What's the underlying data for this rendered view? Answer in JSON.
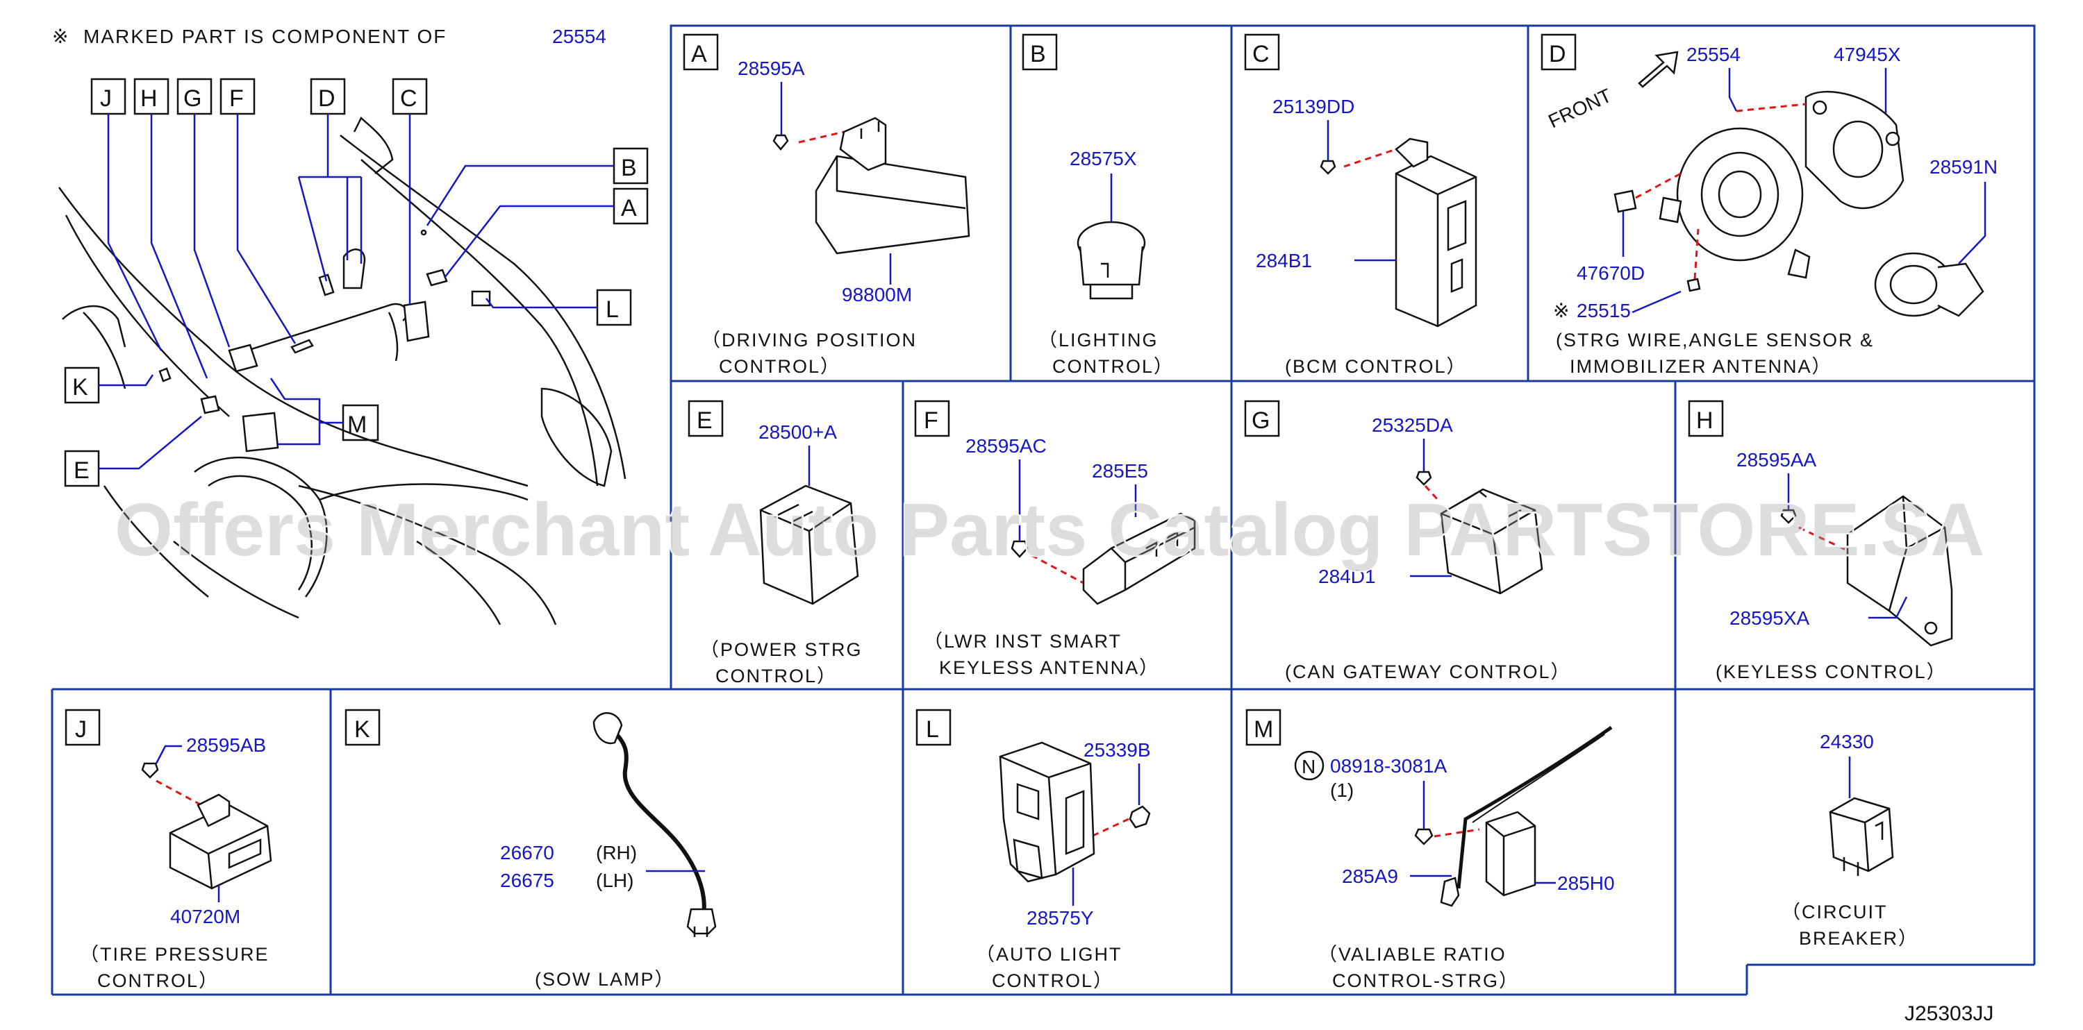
{
  "header": {
    "symbol": "※",
    "note": "MARKED  PART  IS  COMPONENT  OF",
    "note_part": "25554"
  },
  "overview": {
    "callouts": [
      "J",
      "H",
      "G",
      "F",
      "D",
      "C",
      "B",
      "A",
      "L",
      "K",
      "M",
      "E"
    ]
  },
  "watermark": "Offers Merchant Auto Parts Catalog PARTSTORE.SA",
  "drawing_code": "J25303JJ",
  "panels": {
    "A": {
      "letter": "A",
      "parts": [
        "28595A",
        "98800M"
      ],
      "caption": [
        "（DRIVING   POSITION",
        "CONTROL）"
      ]
    },
    "B": {
      "letter": "B",
      "parts": [
        "28575X"
      ],
      "caption": [
        "（LIGHTING",
        "CONTROL）"
      ]
    },
    "C": {
      "letter": "C",
      "parts": [
        "25139DD",
        "284B1"
      ],
      "caption": [
        "(BCM   CONTROL）"
      ]
    },
    "D": {
      "letter": "D",
      "front": "FRONT",
      "parts": [
        "25554",
        "47945X",
        "28591N",
        "47670D",
        "25515"
      ],
      "mark": "※",
      "caption": [
        "(STRG  WIRE,ANGLE  SENSOR  &",
        "IMMOBILIZER   ANTENNA）"
      ]
    },
    "E": {
      "letter": "E",
      "parts": [
        "28500+A"
      ],
      "caption": [
        "（POWER   STRG",
        "CONTROL）"
      ]
    },
    "F": {
      "letter": "F",
      "parts": [
        "28595AC",
        "285E5"
      ],
      "caption": [
        "（LWR   INST   SMART",
        "KEYLESS   ANTENNA）"
      ]
    },
    "G": {
      "letter": "G",
      "parts": [
        "25325DA",
        "284D1"
      ],
      "caption": [
        "(CAN   GATEWAY   CONTROL）"
      ]
    },
    "H": {
      "letter": "H",
      "parts": [
        "28595AA",
        "28595XA"
      ],
      "caption": [
        "(KEYLESS   CONTROL）"
      ]
    },
    "J": {
      "letter": "J",
      "parts": [
        "28595AB",
        "40720M"
      ],
      "caption": [
        "（TIRE   PRESSURE",
        "CONTROL）"
      ]
    },
    "K": {
      "letter": "K",
      "parts": [
        "26670",
        "26675"
      ],
      "sides": [
        "(RH)",
        "(LH)"
      ],
      "caption": [
        "(SOW   LAMP）"
      ]
    },
    "L": {
      "letter": "L",
      "parts": [
        "25339B",
        "28575Y"
      ],
      "caption": [
        "（AUTO   LIGHT",
        "CONTROL）"
      ]
    },
    "M": {
      "letter": "M",
      "nut": "N",
      "parts": [
        "08918-3081A",
        "285A9",
        "285H0"
      ],
      "qty": "(1)",
      "caption": [
        "（VALIABLE   RATIO",
        "CONTROL-STRG）"
      ]
    },
    "N": {
      "parts": [
        "24330"
      ],
      "caption": [
        "（CIRCUIT",
        "BREAKER）"
      ]
    }
  }
}
